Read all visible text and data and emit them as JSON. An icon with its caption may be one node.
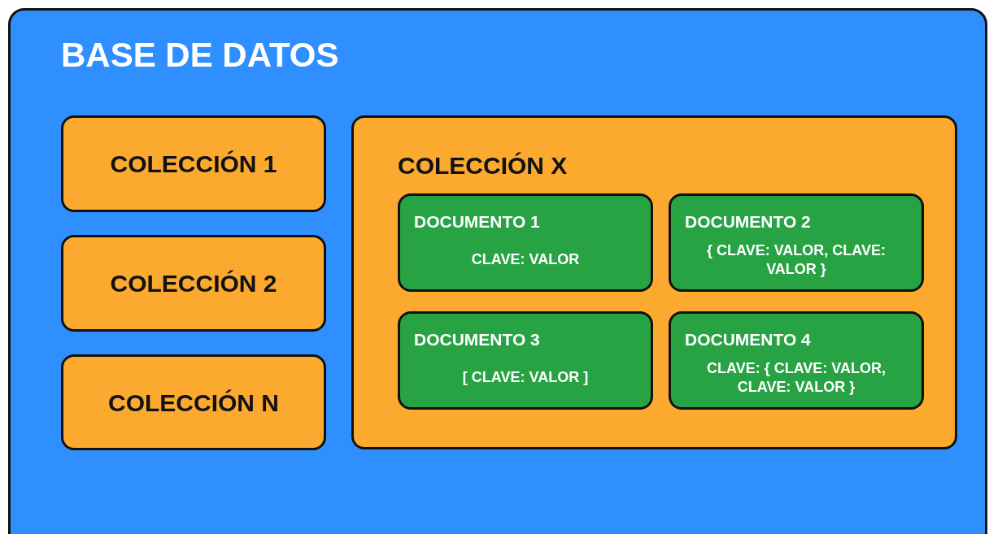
{
  "diagram": {
    "nodes": [
      {
        "text": [
          "BASE DE DATOS"
        ]
      },
      {
        "text": [
          "COLECCIÓN 1"
        ],
        "in": 0
      },
      {
        "text": [
          "COLECCIÓN 2"
        ],
        "in": 0
      },
      {
        "text": [
          "COLECCIÓN N"
        ],
        "in": 0
      },
      {
        "text": [
          "COLECCIÓN X"
        ],
        "in": 0
      },
      {
        "text": [
          "DOCUMENTO 1",
          "CLAVE: VALOR"
        ],
        "in": 4
      },
      {
        "text": [
          "DOCUMENTO 2",
          "{ CLAVE: VALOR, CLAVE: VALOR }"
        ],
        "in": 4
      },
      {
        "text": [
          "DOCUMENTO 3",
          "[ CLAVE: VALOR ]"
        ],
        "in": 4
      },
      {
        "text": [
          "DOCUMENTO 4",
          "CLAVE: { CLAVE: VALOR, CLAVE: VALOR }"
        ],
        "in": 4
      }
    ]
  }
}
